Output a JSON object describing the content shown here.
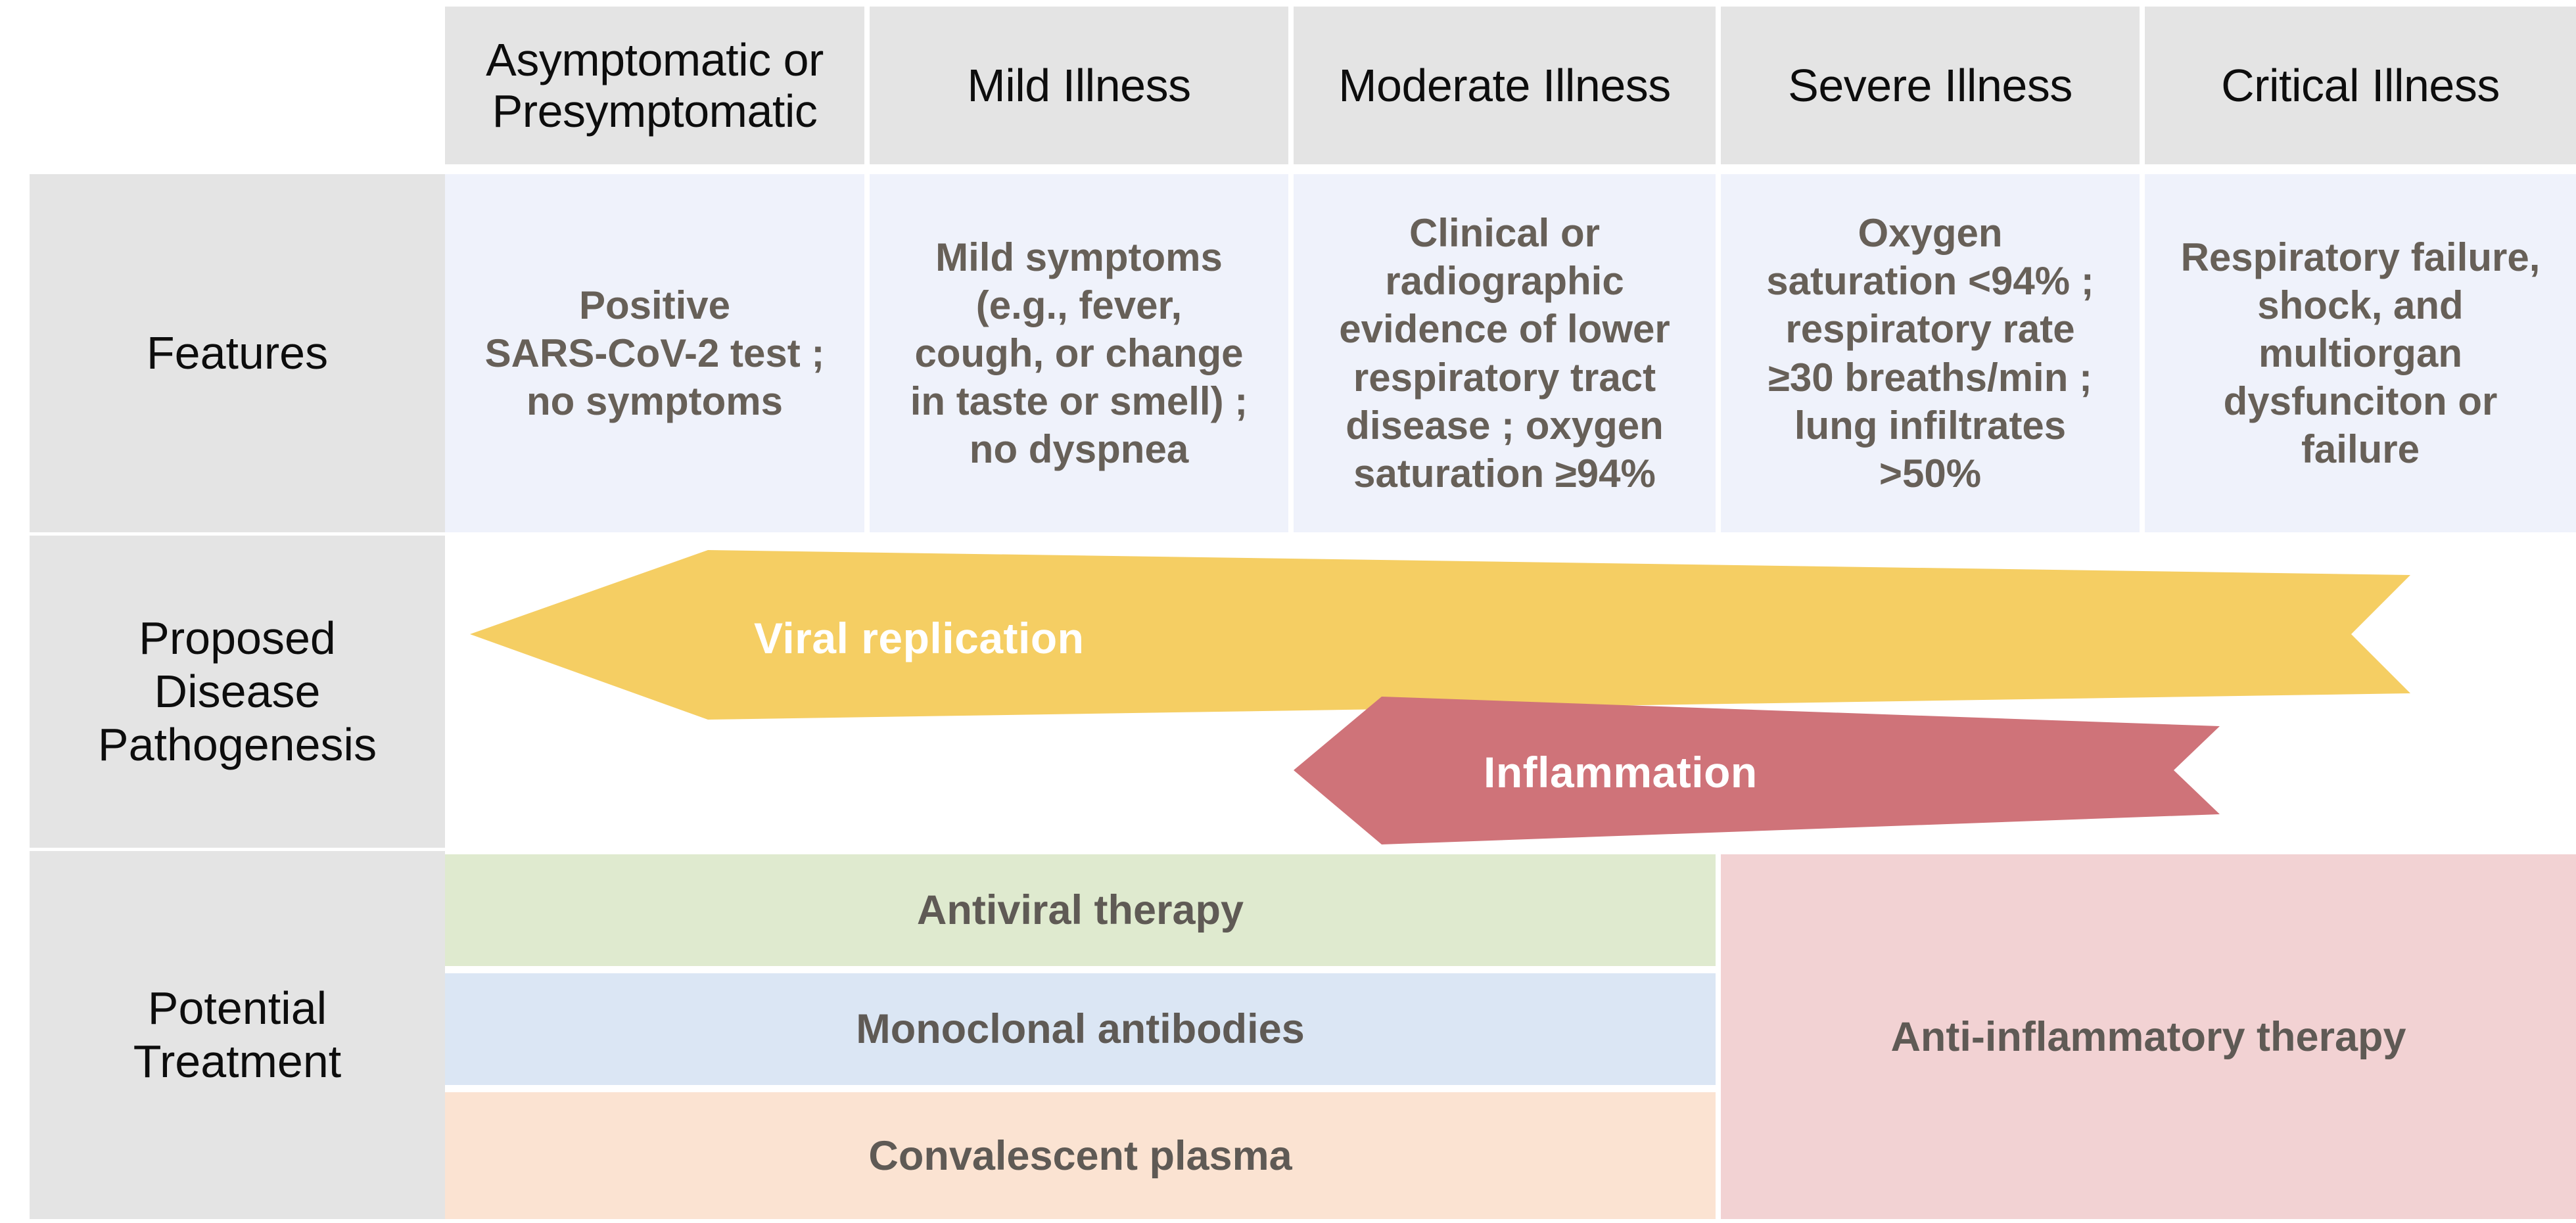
{
  "table": {
    "corner_label": "",
    "columns": [
      {
        "id": "asymptomatic",
        "label": "Asymptomatic or\nPresymptomatic"
      },
      {
        "id": "mild",
        "label": "Mild Illness"
      },
      {
        "id": "moderate",
        "label": "Moderate Illness"
      },
      {
        "id": "severe",
        "label": "Severe Illness"
      },
      {
        "id": "critical",
        "label": "Critical Illness"
      }
    ],
    "rows": [
      {
        "id": "features",
        "label": "Features"
      },
      {
        "id": "pathogenesis",
        "label": "Proposed\nDisease\nPathogenesis"
      },
      {
        "id": "treatment",
        "label": "Potential\nTreatment"
      }
    ],
    "features": [
      "Positive\nSARS-CoV-2 test ;\nno symptoms",
      "Mild symptoms\n(e.g., fever,\ncough, or change\nin taste or smell) ;\nno dyspnea",
      "Clinical or\nradiographic\nevidence of lower\nrespiratory tract\ndisease ; oxygen\nsaturation ≥94%",
      "Oxygen\nsaturation <94% ;\nrespiratory rate\n≥30 breaths/min ;\nlung infiltrates\n>50%",
      "Respiratory failure,\nshock, and\nmultiorgan\ndysfunciton or\nfailure"
    ]
  },
  "pathogenesis": {
    "arrows": [
      {
        "id": "viral-replication",
        "label": "Viral replication",
        "color": "#f5ce63",
        "span_from": "asymptomatic",
        "span_to": "critical"
      },
      {
        "id": "inflammation",
        "label": "Inflammation",
        "color": "#cf7379",
        "span_from": "moderate",
        "span_to": "critical"
      }
    ]
  },
  "treatment": {
    "bars": [
      {
        "id": "antiviral-therapy",
        "label": "Antiviral therapy",
        "color": "#dfeacf",
        "span_from": "asymptomatic",
        "span_to": "moderate"
      },
      {
        "id": "monoclonal-antibodies",
        "label": "Monoclonal antibodies",
        "color": "#dbe6f4",
        "span_from": "asymptomatic",
        "span_to": "moderate"
      },
      {
        "id": "convalescent-plasma",
        "label": "Convalescent plasma",
        "color": "#fbe3d2",
        "span_from": "asymptomatic",
        "span_to": "moderate"
      },
      {
        "id": "anti-inflammatory-therapy",
        "label": "Anti-inflammatory therapy",
        "color": "#f2d2d3",
        "span_from": "severe",
        "span_to": "critical"
      }
    ]
  },
  "colors": {
    "header_bg": "#e4e4e4",
    "feature_bg": "#eff2fb",
    "feature_text": "#676058",
    "header_text": "#0d0d0d",
    "viral_arrow": "#f5ce63",
    "inflammation_arrow": "#cf7379",
    "page_bg": "#ffffff"
  }
}
